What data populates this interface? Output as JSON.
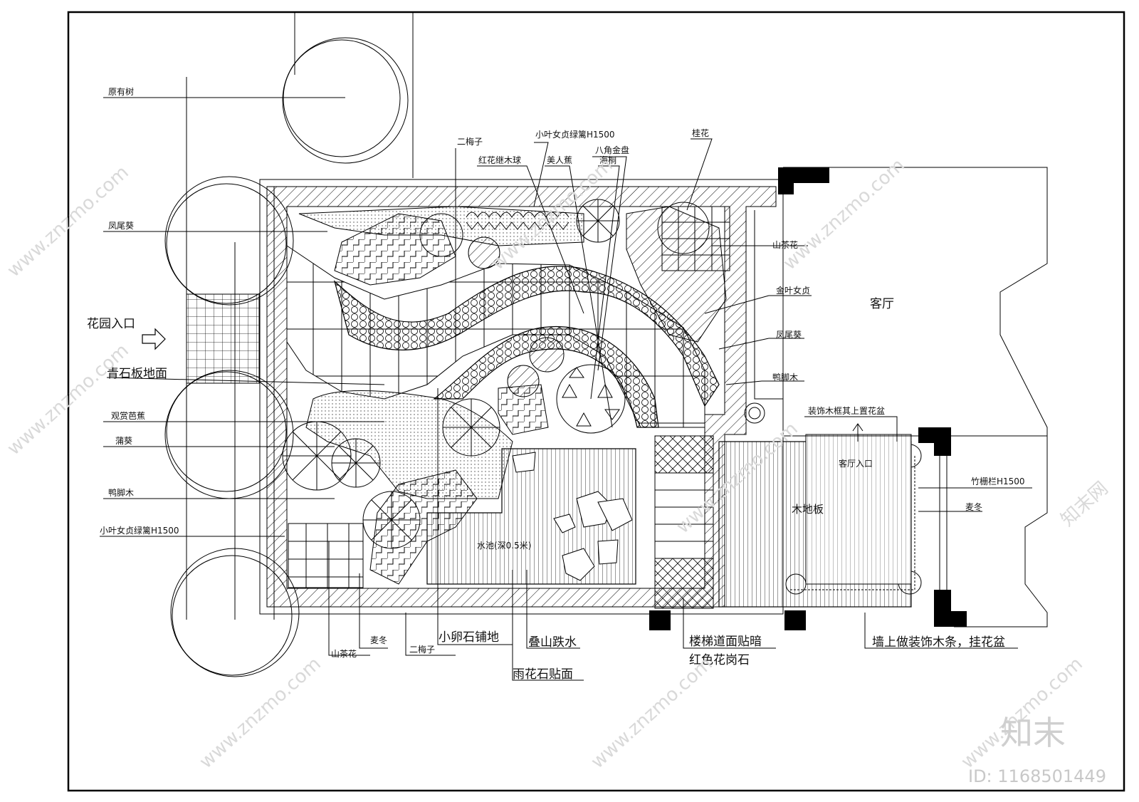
{
  "labels": {
    "existing_tree": "原有树",
    "phoenix_left": "凤尾葵",
    "garden_entry": "花园入口",
    "bluestone": "青石板地面",
    "ornamental_banana": "观赏芭蕉",
    "pu_kui": "蒲葵",
    "duck_foot_left": "鸭脚木",
    "privet_hedge_left": "小叶女贞绿篱H1500",
    "two_plum_top": "二梅子",
    "privet_hedge_top": "小叶女贞绿篱H1500",
    "loropetalum": "红花继木球",
    "canna": "美人蕉",
    "fatsia": "八角金盘",
    "pittosporum": "海桐",
    "osmanthus": "桂花",
    "camellia_right": "山茶花",
    "golden_privet": "金叶女贞",
    "phoenix_right": "凤尾葵",
    "duck_foot_right": "鸭脚木",
    "deco_wood_frame": "装饰木框其上置花盆",
    "living_room": "客厅",
    "guest_entry": "客厅入口",
    "wood_floor": "木地板",
    "bamboo_fence": "竹栅栏H1500",
    "mondo_grass": "麦冬",
    "pond": "水池(深0.5米)",
    "camellia_bottom": "山茶花",
    "mondo_bottom": "麦冬",
    "two_plum_bottom": "二梅子",
    "pebble_paving": "小卵石铺地",
    "rockery": "叠山跌水",
    "rain_flower": "雨花石贴面",
    "stair_line1": "楼梯道面贴暗",
    "stair_line2": "红色花岗石",
    "wall_deco": "墙上做装饰木条，挂花盆"
  },
  "watermark": {
    "site": "www.znzmo.com",
    "brand_small": "知末网",
    "logo": "知末",
    "id": "ID: 1168501449"
  }
}
